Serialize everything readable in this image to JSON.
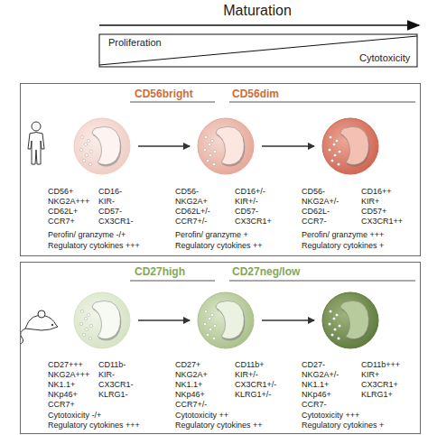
{
  "diagram": {
    "title": "Maturation",
    "nodes": [
      {
        "text": [
          "CD56bright",
          "CD56dim"
        ]
      },
      {
        "text": [
          "CD56+ NKG2A+++ CD62L+ CCR7+",
          "CD16- KIR- CD57- CX3CR1-",
          "Perofin/ granzyme -/+",
          "Regulatory cytokines +++"
        ],
        "in": 0
      },
      {
        "text": [
          "CD56- NKG2A+ CD62L+/- CCR7+/-",
          "CD16+/- KIR+/- CD57- CX3CR1+",
          "Perofin/ granzyme +",
          "Regulatory cytokines ++"
        ],
        "in": 0
      },
      {
        "text": [
          "CD56- NKG2A+/- CD62L- CCR7-",
          "CD16++ KIR+ CD57+ CX3CR1++",
          "Perofin/ granzyme +++",
          "Regulatory cytokines +"
        ],
        "in": 0
      },
      {
        "text": [
          "CD27high",
          "CD27neg/low"
        ]
      },
      {
        "text": [
          "CD27+++ NKG2A+++ NK1.1+ NKp46+ CCR7+",
          "CD11b- KIR- CX3CR1- KLRG1-",
          "Cytotoxicity -/+",
          "Regulatory cytokines +++"
        ],
        "in": 4
      },
      {
        "text": [
          "CD27+ NKG2A+ NK1.1+ NKp46+ CCR7+/-",
          "CD11b+ KIR+/- CX3CR1+/- KLRG1+/-",
          "Cytotoxicity ++",
          "Regulatory cytokines ++"
        ],
        "in": 4
      },
      {
        "text": [
          "CD27- NKG2A+/- NK1.1+ NKp46+ CCR7-",
          "CD11b+++ KIR+ CX3CR1+ KLRG1+",
          "Cytotoxicity +++",
          "Regulatory cytokines +"
        ],
        "in": 4
      }
    ],
    "edges": [
      {
        "from": 1,
        "to": 2,
        "arrow": "to"
      },
      {
        "from": 2,
        "to": 3,
        "arrow": "to"
      },
      {
        "from": 5,
        "to": 6,
        "arrow": "to"
      },
      {
        "from": 6,
        "to": 7,
        "arrow": "to"
      }
    ],
    "labels": [
      "Proliferation",
      "Cytotoxicity"
    ]
  }
}
